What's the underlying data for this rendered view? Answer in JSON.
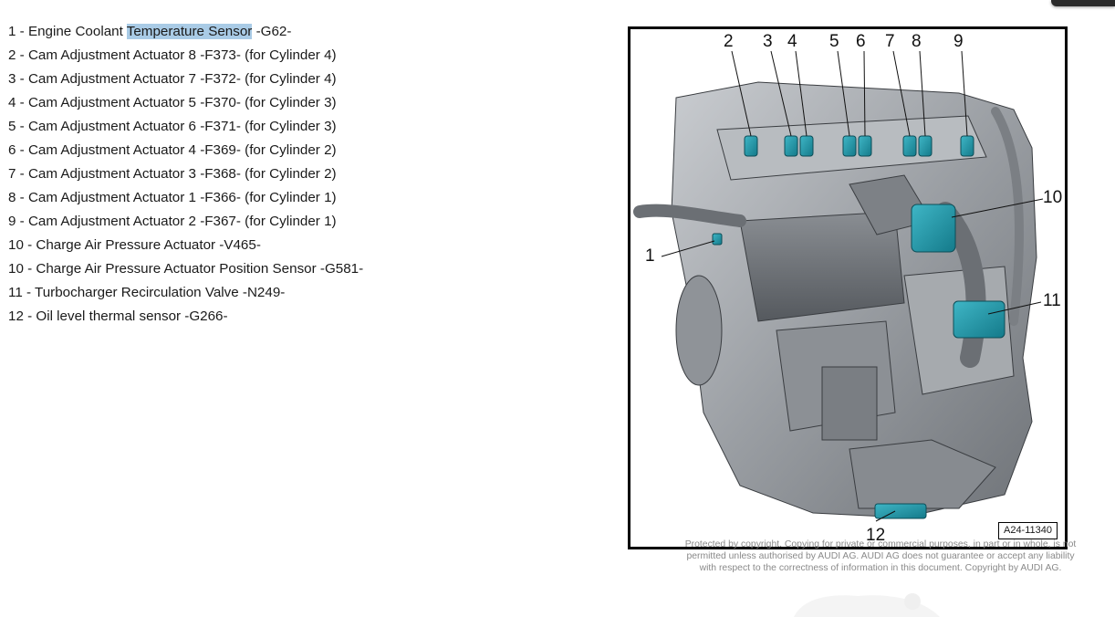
{
  "legend": {
    "items": [
      {
        "before": "1 - Engine Coolant ",
        "highlight": "Temperature Sensor",
        "after": " -G62-"
      },
      {
        "text": "2 - Cam Adjustment Actuator 8 -F373- (for Cylinder 4)"
      },
      {
        "text": "3 - Cam Adjustment Actuator 7 -F372- (for Cylinder 4)"
      },
      {
        "text": "4 - Cam Adjustment Actuator 5 -F370- (for Cylinder 3)"
      },
      {
        "text": "5 - Cam Adjustment Actuator 6 -F371- (for Cylinder 3)"
      },
      {
        "text": "6 - Cam Adjustment Actuator 4 -F369- (for Cylinder 2)"
      },
      {
        "text": "7 - Cam Adjustment Actuator 3 -F368- (for Cylinder 2)"
      },
      {
        "text": "8 - Cam Adjustment Actuator 1 -F366- (for Cylinder 1)"
      },
      {
        "text": "9 - Cam Adjustment Actuator 2 -F367- (for Cylinder 1)"
      },
      {
        "text": "10 - Charge Air Pressure Actuator -V465-"
      },
      {
        "text": "10 - Charge Air Pressure Actuator Position Sensor -G581-"
      },
      {
        "text": "11 - Turbocharger Recirculation Valve -N249-"
      },
      {
        "text": "12 - Oil level thermal sensor -G266-"
      }
    ]
  },
  "figure": {
    "callouts": [
      "2",
      "3",
      "4",
      "5",
      "6",
      "7",
      "8",
      "9",
      "10",
      "1",
      "11",
      "12"
    ],
    "reference": "A24-11340",
    "component_color": "#1e8fa0",
    "engine_color": "#9a9ea3"
  },
  "copyright": {
    "lines": [
      "Protected by copyright. Copying for private or commercial purposes, in part or in whole, is not",
      "permitted unless authorised by AUDI AG. AUDI AG does not guarantee or accept any liability",
      "with respect to the correctness of information in this document. Copyright by AUDI AG."
    ]
  }
}
